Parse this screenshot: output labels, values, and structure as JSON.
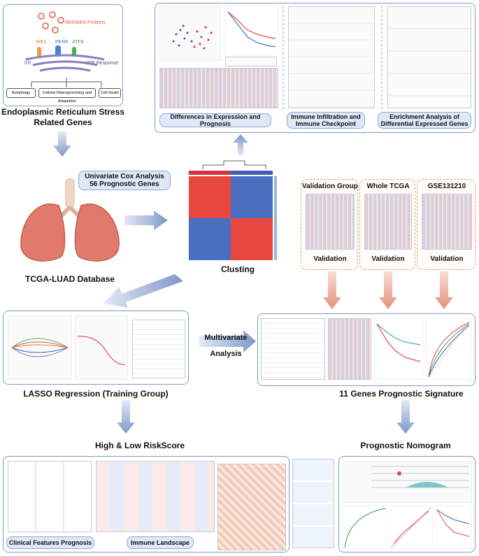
{
  "er": {
    "misfolded": "Misfolded Proteins",
    "ire1": "IRE1",
    "perk": "PERK",
    "atf6": "ATF6",
    "er": "ER",
    "upr": "UPR Response",
    "outcomes": [
      "Autophagy",
      "Cellular Reprogramming and Adaptation",
      "Cell Death"
    ],
    "title": "Endoplasmic Reticulum Stress\nRelated Genes"
  },
  "top": {
    "labels": [
      "Differences in Expression and Prognosis",
      "Immune Infiltration and\nImmune Checkpoint",
      "Enrichment Analysis of\nDifferential Expressed Genes"
    ]
  },
  "flow": {
    "cox": "Univariate Cox Analysis\n56 Prognostic Genes",
    "tcga": "TCGA-LUAD Database",
    "clusting": "Clusting",
    "multivariate": "Multivariate\n\nAnalysis",
    "lasso": "LASSO Regression (Training Group)",
    "signature": "11 Genes Prognostic Signature",
    "risk": "High & Low RiskScore",
    "nomogram": "Prognostic Nomogram"
  },
  "validation": {
    "groups": [
      "Validation Group",
      "Whole TCGA",
      "GSE131210"
    ],
    "label": "Validation"
  },
  "bottom": {
    "labels": [
      "Clinical Features Prognosis",
      "Immune Landscape"
    ]
  },
  "colors": {
    "panel_border": "#7b9bd1",
    "label_bg": "#dfe8f7",
    "arrow_blue": "#8aa3cf",
    "arrow_salmon": "#e9a08c",
    "heat_red": "#e8473f",
    "heat_blue": "#4a6fc1",
    "dashed": "#e39a6a"
  }
}
